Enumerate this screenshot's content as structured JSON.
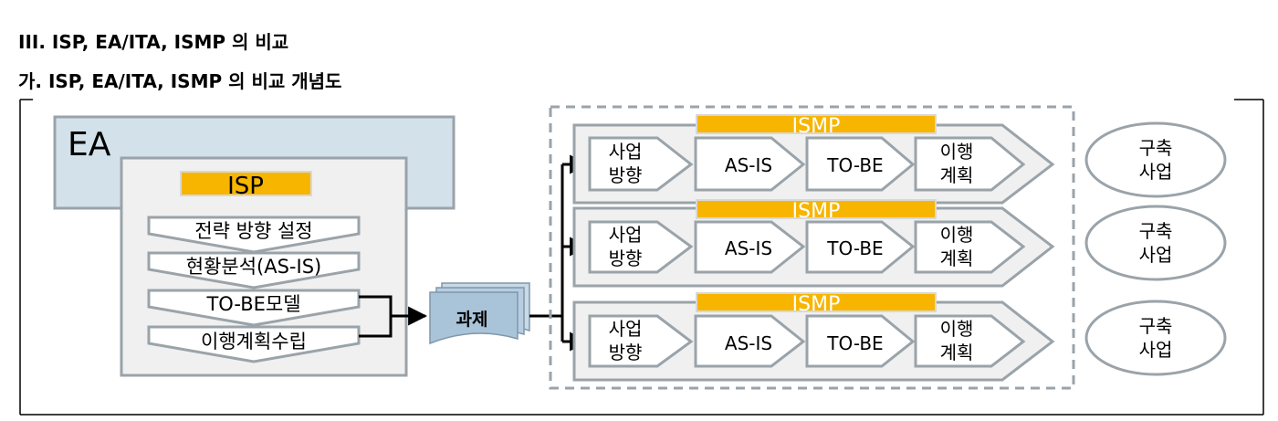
{
  "headings": {
    "section": "III. ISP, EA/ITA, ISMP 의 비교",
    "subsection": "가. ISP, EA/ITA, ISMP 의 비교 개념도"
  },
  "diagram": {
    "ea_label": "EA",
    "isp_label": "ISP",
    "isp_steps": [
      "전략 방향 설정",
      "현황분석(AS-IS)",
      "TO-BE모델",
      "이행계획수립"
    ],
    "task_label": "과제",
    "ismp_label": "ISMP",
    "ismp_stage_1": [
      "사업",
      "방향"
    ],
    "ismp_stage_2": "AS-IS",
    "ismp_stage_3": "TO-BE",
    "ismp_stage_4": [
      "이행",
      "계획"
    ],
    "build_label": [
      "구축",
      "사업"
    ],
    "colors": {
      "ea_fill": "#d3e1ea",
      "panel_fill": "#f0f0f0",
      "border": "#9aa3a9",
      "highlight": "#f7b500",
      "task_fill": "#a9c3d8",
      "arrow": "#000000"
    }
  }
}
